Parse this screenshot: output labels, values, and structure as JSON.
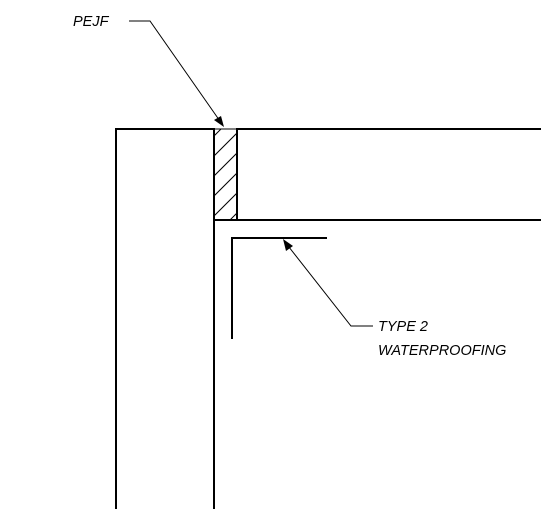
{
  "callouts": {
    "joint_filler": {
      "label": "PEJF"
    },
    "waterproofing": {
      "line1": "TYPE 2",
      "line2": "WATERPROOFING"
    }
  },
  "colors": {
    "ink": "#000000",
    "background": "#ffffff"
  }
}
